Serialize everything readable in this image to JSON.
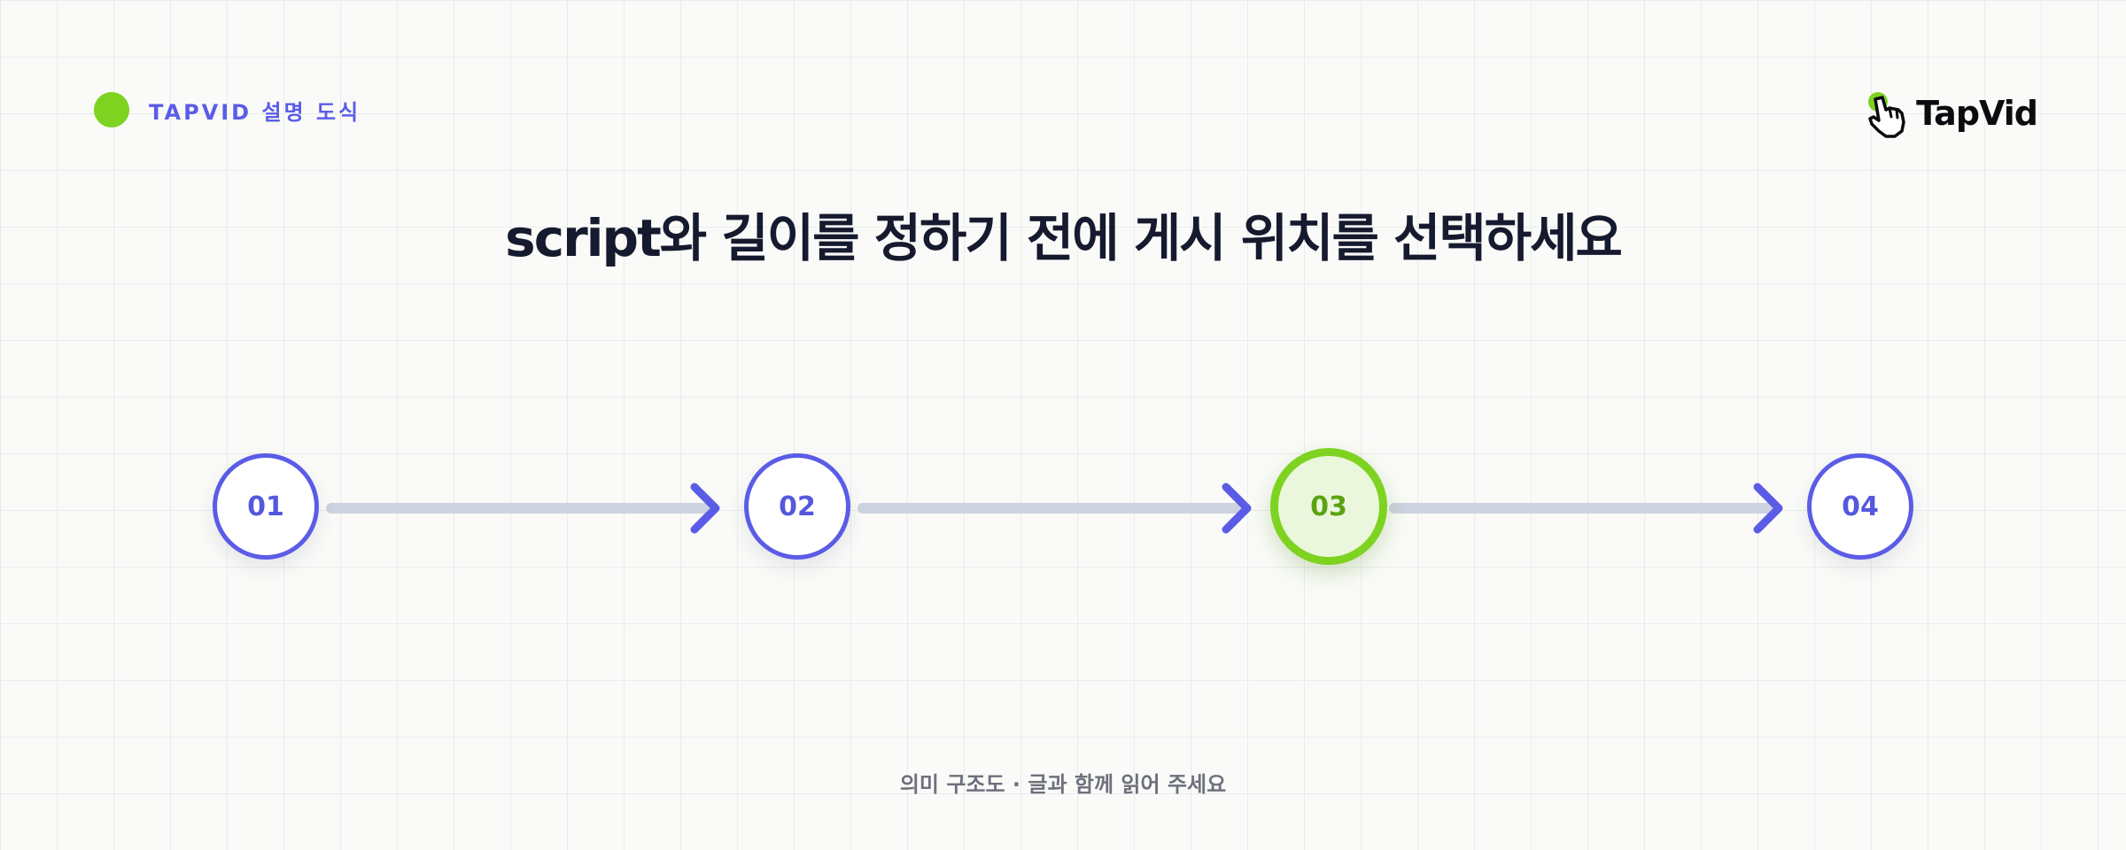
{
  "header": {
    "badge_label": "TAPVID 설명 도식"
  },
  "logo": {
    "brand_name": "TapVid",
    "icon": "pointing-hand-icon"
  },
  "title": "script와 길이를 정하기 전에 게시 위치를 선택하세요",
  "steps": [
    {
      "label": "01",
      "state": "default"
    },
    {
      "label": "02",
      "state": "default"
    },
    {
      "label": "03",
      "state": "active"
    },
    {
      "label": "04",
      "state": "default"
    }
  ],
  "caption": "의미 구조도 · 글과 함께 읽어 주세요",
  "colors": {
    "accent_purple": "#5b5ce6",
    "accent_green": "#7ed321",
    "connector_gray": "#cdd3e0",
    "title_text": "#161a2e",
    "caption_text": "#6e717c"
  }
}
